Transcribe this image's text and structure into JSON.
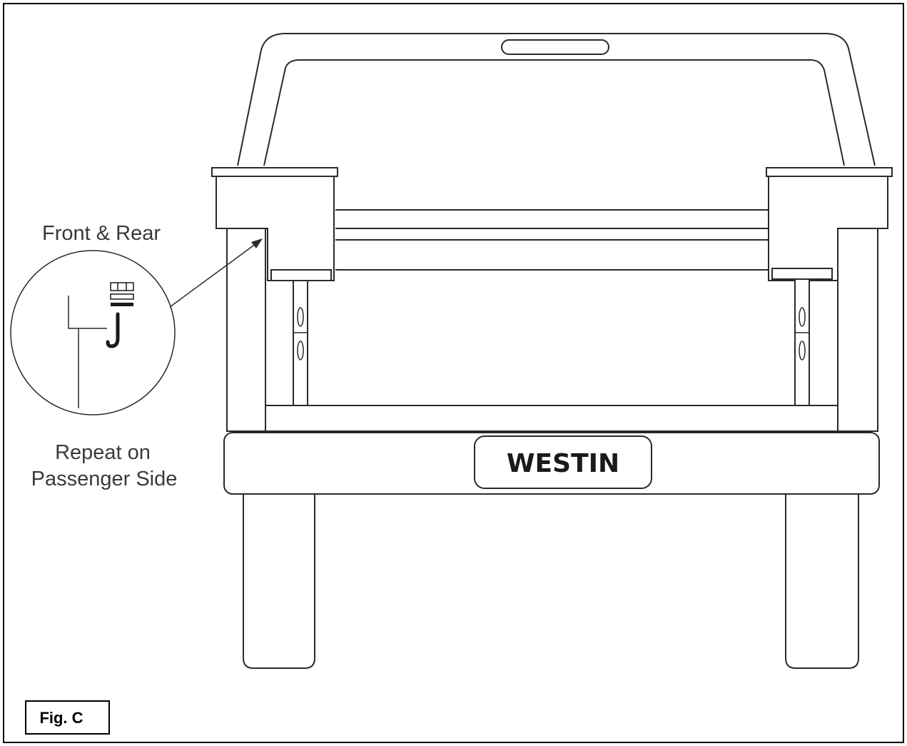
{
  "labels": {
    "front_rear": "Front & Rear",
    "repeat_line1": "Repeat on",
    "repeat_line2": "Passenger Side",
    "brand": "WESTIN",
    "figure": "Fig. C"
  },
  "colors": {
    "line": "#2a2a2a",
    "background": "#ffffff",
    "frame": "#000000"
  }
}
